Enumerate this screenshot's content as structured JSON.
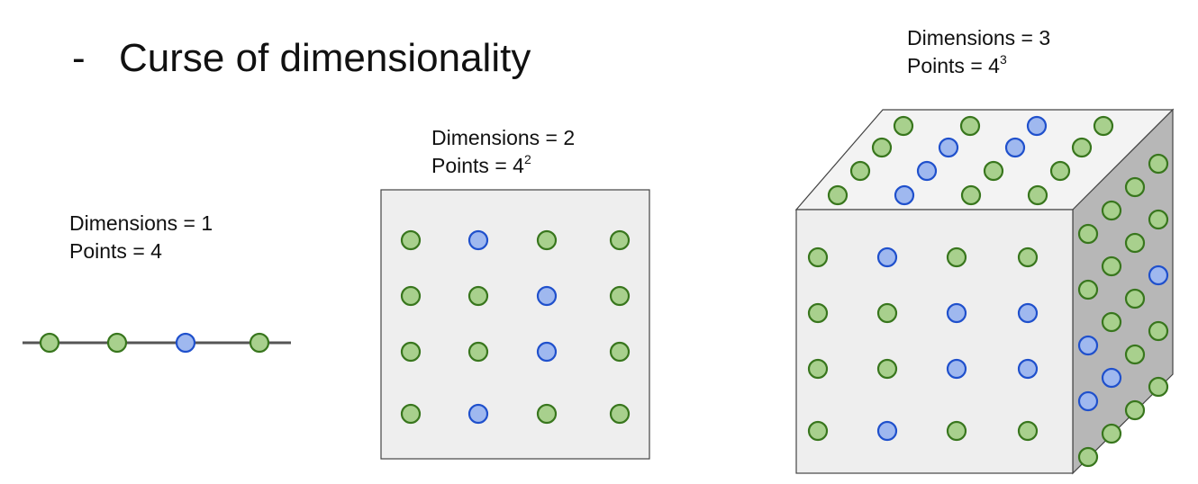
{
  "title": {
    "bullet": "-",
    "text": "Curse of dimensionality"
  },
  "panels": [
    {
      "dimensions": "Dimensions = 1",
      "points_prefix": "Points = ",
      "points_base": "4",
      "points_exp": ""
    },
    {
      "dimensions": "Dimensions = 2",
      "points_prefix": "Points = ",
      "points_base": "4",
      "points_exp": "2"
    },
    {
      "dimensions": "Dimensions = 3",
      "points_prefix": "Points = ",
      "points_base": "4",
      "points_exp": "3"
    }
  ],
  "colors": {
    "green_fill": "#a8d08d",
    "green_stroke": "#38761d",
    "blue_fill": "#9fb8ef",
    "blue_stroke": "#1f50cc",
    "front_face": "#eeeeee",
    "top_face": "#f3f3f3",
    "side_face": "#b7b7b7",
    "edge": "#444444",
    "axis_line": "#555555"
  },
  "grid_1d": [
    "g",
    "g",
    "b",
    "g"
  ],
  "grid_2d": [
    [
      "g",
      "b",
      "g",
      "g"
    ],
    [
      "g",
      "g",
      "b",
      "g"
    ],
    [
      "g",
      "g",
      "b",
      "g"
    ],
    [
      "g",
      "b",
      "g",
      "g"
    ]
  ],
  "grid_3d_front": [
    [
      "g",
      "b",
      "g",
      "g"
    ],
    [
      "g",
      "g",
      "b",
      "b"
    ],
    [
      "g",
      "g",
      "b",
      "b"
    ],
    [
      "g",
      "b",
      "g",
      "g"
    ]
  ],
  "grid_3d_top": [
    [
      "g",
      "g",
      "b",
      "g"
    ],
    [
      "g",
      "b",
      "b",
      "g"
    ],
    [
      "g",
      "b",
      "g",
      "g"
    ],
    [
      "g",
      "b",
      "g",
      "g"
    ]
  ],
  "grid_3d_side": [
    [
      "g",
      "g",
      "g",
      "g"
    ],
    [
      "g",
      "g",
      "g",
      "g"
    ],
    [
      "b",
      "g",
      "g",
      "b"
    ],
    [
      "b",
      "b",
      "g",
      "g"
    ],
    [
      "g",
      "g",
      "g",
      "g"
    ]
  ]
}
